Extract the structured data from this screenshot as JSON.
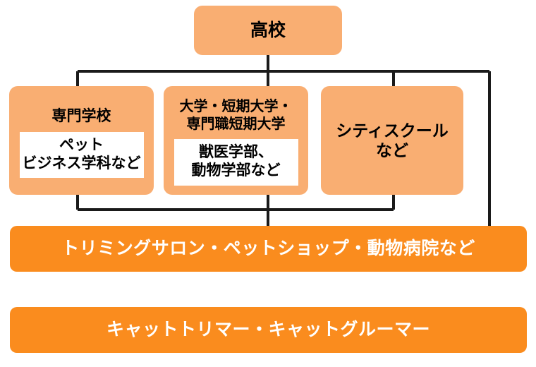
{
  "diagram": {
    "type": "flowchart",
    "title_node": {
      "label": "高校"
    },
    "paths": [
      {
        "id": "vocational",
        "label": "専門学校",
        "detail": "ペット\nビジネス学科など"
      },
      {
        "id": "university",
        "label": "大学・短期大学・\n専門職短期大学",
        "detail": "獣医学部、\n動物学部など"
      },
      {
        "id": "cityschool",
        "label": "シティスクール\nなど",
        "detail": null
      }
    ],
    "workplace": {
      "label": "トリミングサロン・ペットショップ・動物病院など"
    },
    "job": {
      "label": "キャットトリマー・キャットグルーマー"
    },
    "colors": {
      "light_orange": "#f9ae72",
      "bright_orange": "#fa8c1e",
      "inner_box": "#ffffff",
      "connector": "#1a1a1a",
      "text_dark": "#000000",
      "text_light": "#ffffff"
    }
  }
}
